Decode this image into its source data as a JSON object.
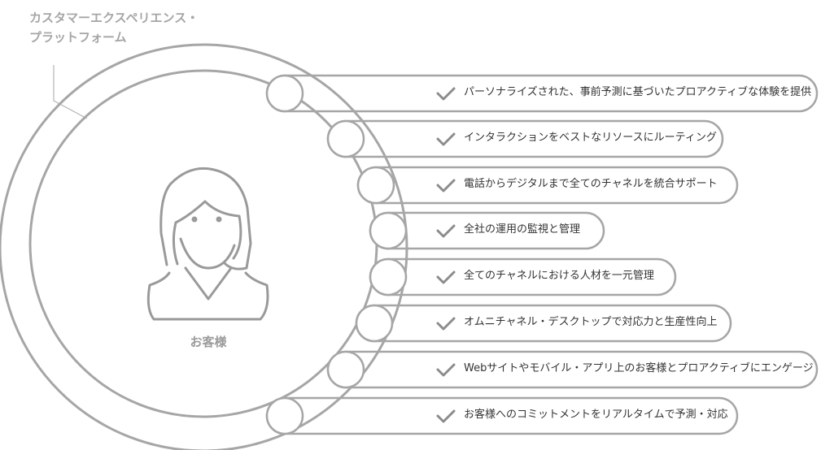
{
  "platform": {
    "title_line1": "カスタマーエクスペリエンス・",
    "title_line2": "プラットフォーム"
  },
  "customer": {
    "label": "お客様",
    "icon": "woman-avatar-icon"
  },
  "features": [
    {
      "label": "パーソナライズされた、事前予測に基づいたプロアクティブな体験を提供"
    },
    {
      "label": "インタラクションをベストなリソースにルーティング"
    },
    {
      "label": "電話からデジタルまで全てのチャネルを統合サポート"
    },
    {
      "label": "全社の運用の監視と管理"
    },
    {
      "label": "全てのチャネルにおける人材を一元管理"
    },
    {
      "label": "オムニチャネル・デスクトップで対応力と生産性向上"
    },
    {
      "label": "Webサイトやモバイル・アプリ上のお客様とプロアクティブにエンゲージ"
    },
    {
      "label": "お客様へのコミットメントをリアルタイムで予測・対応"
    }
  ],
  "colors": {
    "line": "#a6a6a6",
    "check": "#8c8c8c",
    "text": "#333333",
    "title": "#a6a6a6"
  }
}
